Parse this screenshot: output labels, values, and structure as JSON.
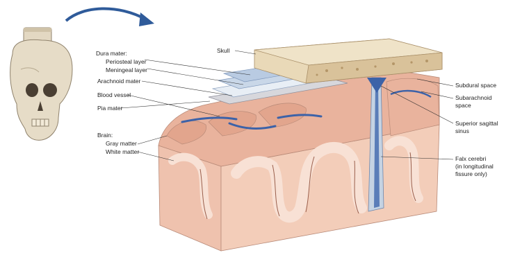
{
  "labels": {
    "dura_mater": "Dura mater:",
    "periosteal_layer": "Periosteal layer",
    "meningeal_layer": "Meningeal layer",
    "arachnoid_mater": "Arachnoid mater",
    "blood_vessel": "Blood vessel",
    "pia_mater": "Pia mater",
    "brain": "Brain:",
    "gray_matter": "Gray matter",
    "white_matter": "White matter",
    "skull": "Skull",
    "subdural_space": "Subdural space",
    "subarachnoid_space_1": "Subarachnoid",
    "subarachnoid_space_2": "space",
    "superior_sagittal_sinus_1": "Superior sagittal",
    "superior_sagittal_sinus_2": "sinus",
    "falx_cerebri_1": "Falx cerebri",
    "falx_cerebri_2": "(in longitudinal",
    "falx_cerebri_3": "fissure only)"
  },
  "colors": {
    "bone": "#e9d9b8",
    "bone_dark": "#c8ad84",
    "dura": "#c9d7e8",
    "arachnoid": "#e8eef5",
    "vessel_blue": "#3c62a8",
    "gray_matter": "#e7b29c",
    "white_matter": "#f4d7c8",
    "sulcus_line": "#9a5f4c",
    "cut_face": "#efc2ae"
  }
}
